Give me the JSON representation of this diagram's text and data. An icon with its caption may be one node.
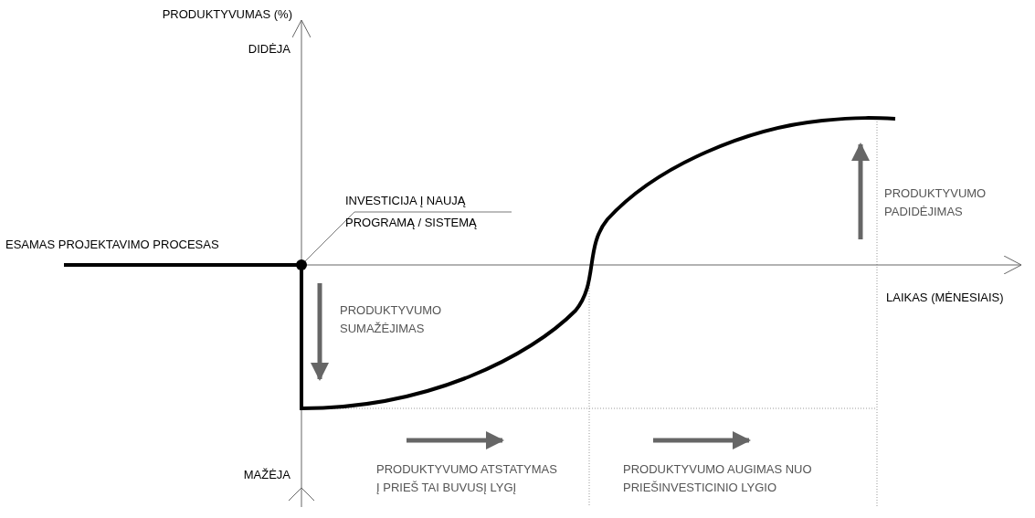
{
  "diagram": {
    "nodes": [
      {
        "text": [
          "INVESTICIJA Į NAUJĄ PROGRAMĄ / SISTEMĄ"
        ]
      },
      {
        "text": [],
        "shape": "circle"
      }
    ],
    "edges": [
      {
        "from": 0,
        "to": 1,
        "arrow": "none"
      }
    ],
    "labels": [
      "PRODUKTYVUMAS (%)",
      "DIDĖJA",
      "ESAMAS PROJEKTAVIMO PROCESAS",
      "PRODUKTYVUMO PADIDĖJIMAS",
      "LAIKAS (MĖNESIAIS)",
      "PRODUKTYVUMO SUMAŽĖJIMAS",
      "MAŽĖJA",
      "PRODUKTYVUMO ATSTATYMAS Į PRIEŠ TAI BUVUSĮ LYGĮ",
      "PRODUKTYVUMO AUGIMAS NUO PRIEŠINVESTICINIO LYGIO"
    ]
  }
}
